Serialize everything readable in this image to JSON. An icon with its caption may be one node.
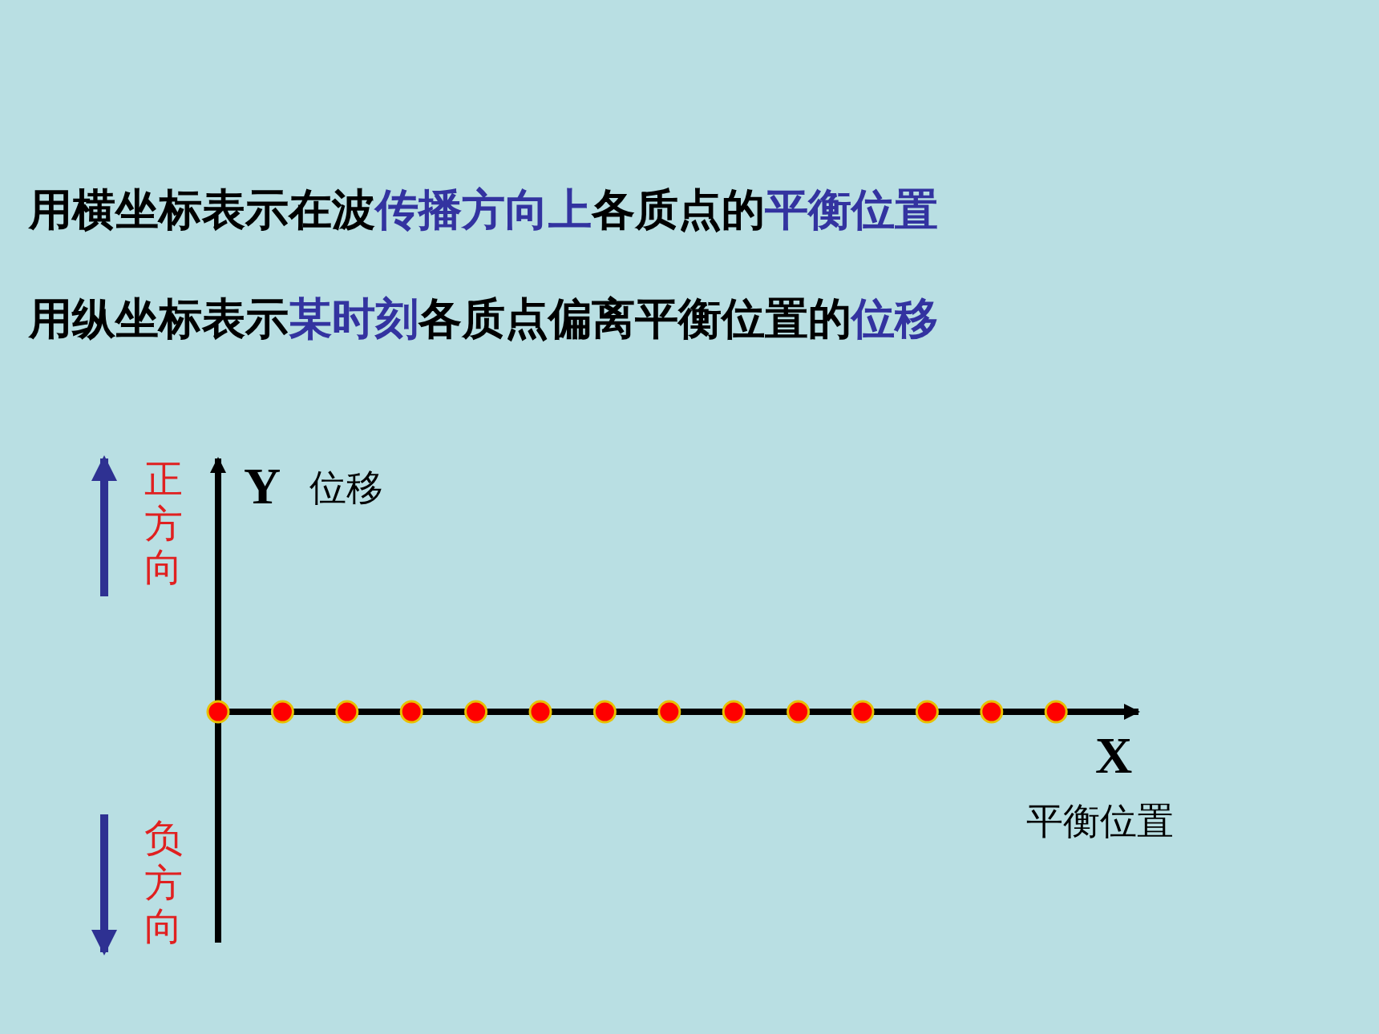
{
  "diagram": {
    "labels": [
      "用横坐标表示在波**传播方向上**各质点的**平衡位置**",
      "用纵坐标表示**某时刻**各质点偏离平衡位置的**位移**",
      "正方向",
      "Y",
      "位移",
      "X",
      "平衡位置",
      "负方向"
    ]
  }
}
